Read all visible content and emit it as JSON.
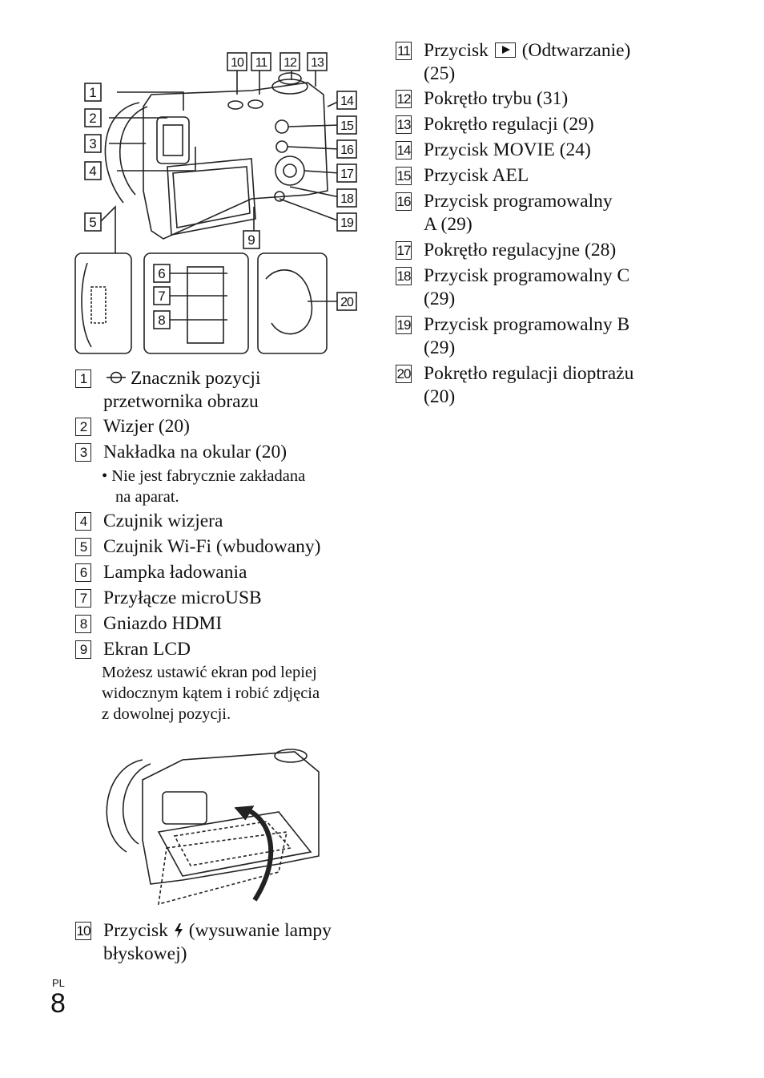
{
  "left_items": [
    {
      "num": "1",
      "text": "Znacznik pozycji",
      "cont": "przetwornika obrazu",
      "icon": "image-sensor-position-icon"
    },
    {
      "num": "2",
      "text": "Wizjer (20)"
    },
    {
      "num": "3",
      "text": "Nakładka na okular (20)"
    },
    {
      "num": "4",
      "text": "Czujnik wizjera"
    },
    {
      "num": "5",
      "text": "Czujnik Wi-Fi (wbudowany)"
    },
    {
      "num": "6",
      "text": "Lampka ładowania"
    },
    {
      "num": "7",
      "text": "Przyłącze microUSB"
    },
    {
      "num": "8",
      "text": "Gniazdo HDMI"
    },
    {
      "num": "9",
      "text": "Ekran LCD"
    }
  ],
  "note_3": [
    "• Nie jest fabrycznie zakładana",
    "na aparat."
  ],
  "note_9": [
    "Możesz ustawić ekran pod lepiej",
    "widocznym kątem i robić zdjęcia",
    "z dowolnej pozycji."
  ],
  "item_10": {
    "num": "10",
    "before": "Przycisk",
    "icon": "flash-icon",
    "after": "(wysuwanie lampy",
    "cont": "błyskowej)"
  },
  "right_items": [
    {
      "num": "11",
      "before": "Przycisk",
      "icon": "playback-icon",
      "after": "(Odtwarzanie)",
      "cont": "(25)"
    },
    {
      "num": "12",
      "text": "Pokrętło trybu (31)"
    },
    {
      "num": "13",
      "text": "Pokrętło regulacji (29)"
    },
    {
      "num": "14",
      "text": "Przycisk MOVIE (24)"
    },
    {
      "num": "15",
      "text": "Przycisk AEL"
    },
    {
      "num": "16",
      "text": "Przycisk programowalny",
      "cont": "A (29)"
    },
    {
      "num": "17",
      "text": "Pokrętło regulacyjne (28)"
    },
    {
      "num": "18",
      "text": "Przycisk programowalny C",
      "cont": "(29)"
    },
    {
      "num": "19",
      "text": "Przycisk programowalny B",
      "cont": "(29)"
    },
    {
      "num": "20",
      "text": "Pokrętło regulacji dioptrażu",
      "cont": "(20)"
    }
  ],
  "callouts": [
    "1",
    "2",
    "3",
    "4",
    "5",
    "6",
    "7",
    "8",
    "9",
    "10",
    "11",
    "12",
    "13",
    "14",
    "15",
    "16",
    "17",
    "18",
    "19",
    "20"
  ],
  "footer": {
    "lang": "PL",
    "page": "8"
  }
}
